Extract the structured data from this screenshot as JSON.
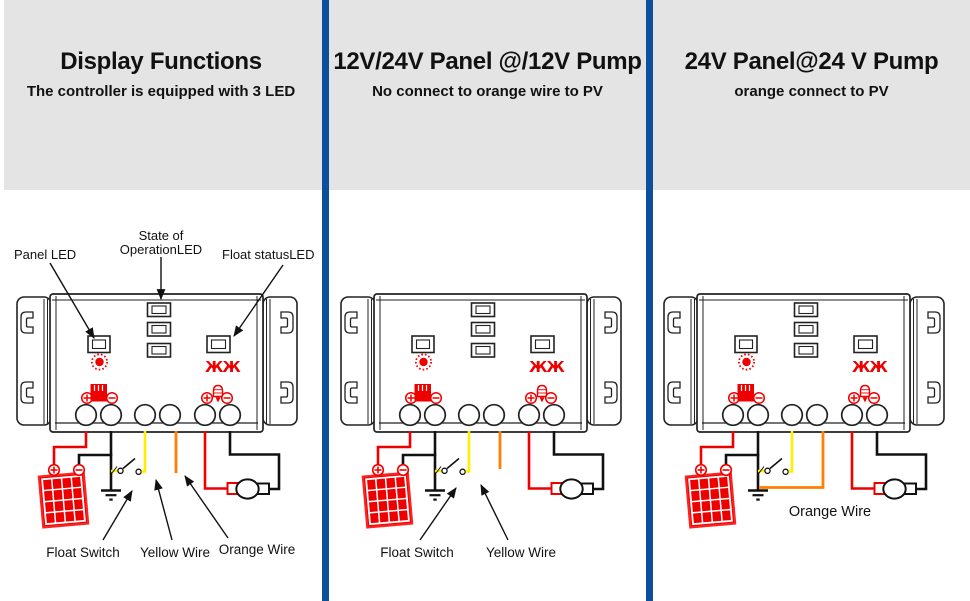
{
  "colors": {
    "divider_blue": "#0e4f9c",
    "header_gray": "#e4e4e4",
    "wire_red": "#ee0000",
    "wire_yellow": "#ffee00",
    "wire_orange": "#ff8000",
    "wire_black": "#111111",
    "led_red": "#ee0000"
  },
  "icons": {
    "panel_led_indicator": "sun-burst-icon",
    "float_status_indicator": "crossed-valve-icon",
    "pv_terminal_positive": "circled-plus-icon",
    "pv_terminal_negative": "circled-minus-icon",
    "load_indicator": "lamp-icon",
    "ground": "earth-ground-symbol"
  },
  "sections": [
    {
      "title": "Display Functions",
      "subtitle": "The controller is equipped with 3 LED",
      "labels": {
        "panel_led": "Panel LED",
        "state_of": "State of",
        "operation_led": "OperationLED",
        "float_status": "Float statusLED",
        "float_switch": "Float Switch",
        "yellow_wire": "Yellow Wire",
        "orange_wire": "Orange Wire"
      }
    },
    {
      "title": "12V/24V Panel @/12V Pump",
      "subtitle": "No connect to orange wire to PV",
      "labels": {
        "float_switch": "Float Switch",
        "yellow_wire": "Yellow Wire"
      }
    },
    {
      "title": "24V Panel@24 V Pump",
      "subtitle": "orange connect to PV",
      "labels": {
        "orange_wire": "Orange Wire"
      }
    }
  ]
}
